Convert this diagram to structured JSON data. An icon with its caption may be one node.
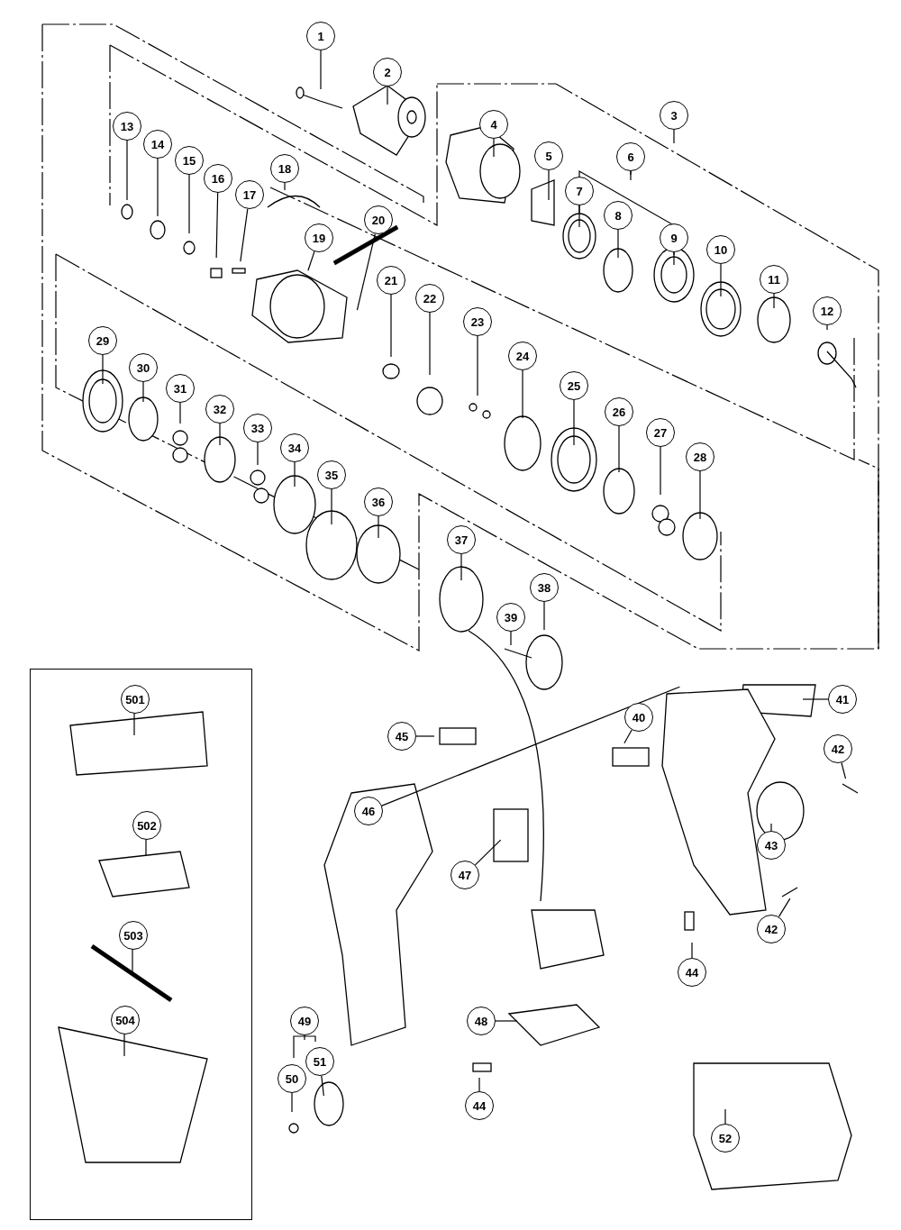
{
  "diagram": {
    "nodes": [
      {
        "text": [
          "1"
        ]
      },
      {
        "text": [
          "2"
        ]
      },
      {
        "text": [
          "3"
        ]
      },
      {
        "text": [
          "4"
        ]
      },
      {
        "text": [
          "5"
        ]
      },
      {
        "text": [
          "6"
        ]
      },
      {
        "text": [
          "7"
        ]
      },
      {
        "text": [
          "8"
        ]
      },
      {
        "text": [
          "9"
        ]
      },
      {
        "text": [
          "10"
        ]
      },
      {
        "text": [
          "11"
        ]
      },
      {
        "text": [
          "12"
        ]
      },
      {
        "text": [
          "13"
        ]
      },
      {
        "text": [
          "14"
        ]
      },
      {
        "text": [
          "15"
        ]
      },
      {
        "text": [
          "16"
        ]
      },
      {
        "text": [
          "17"
        ]
      },
      {
        "text": [
          "18"
        ]
      },
      {
        "text": [
          "19"
        ]
      },
      {
        "text": [
          "20"
        ]
      },
      {
        "text": [
          "21"
        ]
      },
      {
        "text": [
          "22"
        ]
      },
      {
        "text": [
          "23"
        ]
      },
      {
        "text": [
          "24"
        ]
      },
      {
        "text": [
          "25"
        ]
      },
      {
        "text": [
          "26"
        ]
      },
      {
        "text": [
          "27"
        ]
      },
      {
        "text": [
          "28"
        ]
      },
      {
        "text": [
          "29"
        ]
      },
      {
        "text": [
          "30"
        ]
      },
      {
        "text": [
          "31"
        ]
      },
      {
        "text": [
          "32"
        ]
      },
      {
        "text": [
          "33"
        ]
      },
      {
        "text": [
          "34"
        ]
      },
      {
        "text": [
          "35"
        ]
      },
      {
        "text": [
          "36"
        ]
      },
      {
        "text": [
          "37"
        ]
      },
      {
        "text": [
          "38"
        ]
      },
      {
        "text": [
          "39"
        ]
      },
      {
        "text": [
          "40"
        ]
      },
      {
        "text": [
          "41"
        ]
      },
      {
        "text": [
          "42"
        ]
      },
      {
        "text": [
          "42"
        ]
      },
      {
        "text": [
          "43"
        ]
      },
      {
        "text": [
          "44"
        ]
      },
      {
        "text": [
          "44"
        ]
      },
      {
        "text": [
          "45"
        ]
      },
      {
        "text": [
          "46"
        ]
      },
      {
        "text": [
          "47"
        ]
      },
      {
        "text": [
          "48"
        ]
      },
      {
        "text": [
          "49"
        ]
      },
      {
        "text": [
          "50"
        ]
      },
      {
        "text": [
          "51"
        ]
      },
      {
        "text": [
          "52"
        ]
      },
      {
        "text": [],
        "shape": "box"
      },
      {
        "text": [
          "501"
        ],
        "in": 54
      },
      {
        "text": [
          "502"
        ],
        "in": 54
      },
      {
        "text": [
          "503"
        ],
        "in": 54
      },
      {
        "text": [
          "504"
        ],
        "in": 54
      }
    ],
    "edges": [
      {
        "from": 0,
        "to": null,
        "arrow": "none"
      },
      {
        "from": 1,
        "to": null,
        "arrow": "none"
      },
      {
        "from": 2,
        "to": null,
        "arrow": "none"
      },
      {
        "from": 3,
        "to": null,
        "arrow": "none"
      },
      {
        "from": 4,
        "to": null,
        "arrow": "none"
      },
      {
        "from": 5,
        "to": null,
        "arrow": "none"
      },
      {
        "from": 6,
        "to": null,
        "arrow": "none"
      },
      {
        "from": 7,
        "to": null,
        "arrow": "none"
      },
      {
        "from": 8,
        "to": null,
        "arrow": "none"
      },
      {
        "from": 9,
        "to": null,
        "arrow": "none"
      },
      {
        "from": 10,
        "to": null,
        "arrow": "none"
      },
      {
        "from": 11,
        "to": null,
        "arrow": "none"
      },
      {
        "from": 12,
        "to": null,
        "arrow": "none"
      },
      {
        "from": 13,
        "to": null,
        "arrow": "none"
      },
      {
        "from": 14,
        "to": null,
        "arrow": "none"
      },
      {
        "from": 15,
        "to": null,
        "arrow": "none"
      },
      {
        "from": 16,
        "to": null,
        "arrow": "none"
      },
      {
        "from": 17,
        "to": null,
        "arrow": "none"
      },
      {
        "from": 18,
        "to": null,
        "arrow": "none"
      },
      {
        "from": 19,
        "to": null,
        "arrow": "none"
      },
      {
        "from": 20,
        "to": null,
        "arrow": "none"
      },
      {
        "from": 21,
        "to": null,
        "arrow": "none"
      },
      {
        "from": 22,
        "to": null,
        "arrow": "none"
      },
      {
        "from": 23,
        "to": null,
        "arrow": "none"
      },
      {
        "from": 24,
        "to": null,
        "arrow": "none"
      },
      {
        "from": 25,
        "to": null,
        "arrow": "none"
      },
      {
        "from": 26,
        "to": null,
        "arrow": "none"
      },
      {
        "from": 27,
        "to": null,
        "arrow": "none"
      },
      {
        "from": 28,
        "to": null,
        "arrow": "none"
      },
      {
        "from": 29,
        "to": null,
        "arrow": "none"
      },
      {
        "from": 30,
        "to": null,
        "arrow": "none"
      },
      {
        "from": 31,
        "to": null,
        "arrow": "none"
      },
      {
        "from": 32,
        "to": null,
        "arrow": "none"
      },
      {
        "from": 33,
        "to": null,
        "arrow": "none"
      },
      {
        "from": 34,
        "to": null,
        "arrow": "none"
      },
      {
        "from": 35,
        "to": null,
        "arrow": "none"
      },
      {
        "from": 36,
        "to": null,
        "arrow": "none"
      },
      {
        "from": 37,
        "to": null,
        "arrow": "none"
      },
      {
        "from": 38,
        "to": null,
        "arrow": "none"
      },
      {
        "from": 39,
        "to": null,
        "arrow": "none"
      },
      {
        "from": 40,
        "to": null,
        "arrow": "none"
      },
      {
        "from": 41,
        "to": null,
        "arrow": "none"
      },
      {
        "from": 42,
        "to": null,
        "arrow": "none"
      },
      {
        "from": 43,
        "to": null,
        "arrow": "none"
      },
      {
        "from": 44,
        "to": null,
        "arrow": "none"
      },
      {
        "from": 45,
        "to": null,
        "arrow": "none"
      },
      {
        "from": 46,
        "to": null,
        "arrow": "none"
      },
      {
        "from": 47,
        "to": null,
        "arrow": "none"
      },
      {
        "from": 48,
        "to": null,
        "arrow": "none"
      },
      {
        "from": 49,
        "to": null,
        "arrow": "none"
      },
      {
        "from": 50,
        "to": null,
        "arrow": "none"
      },
      {
        "from": 51,
        "to": null,
        "arrow": "none"
      },
      {
        "from": 52,
        "to": null,
        "arrow": "none"
      },
      {
        "from": 53,
        "to": null,
        "arrow": "none"
      },
      {
        "from": 55,
        "to": null,
        "arrow": "none"
      },
      {
        "from": 56,
        "to": null,
        "arrow": "none"
      },
      {
        "from": 57,
        "to": null,
        "arrow": "none"
      },
      {
        "from": 58,
        "to": null,
        "arrow": "none"
      }
    ]
  }
}
